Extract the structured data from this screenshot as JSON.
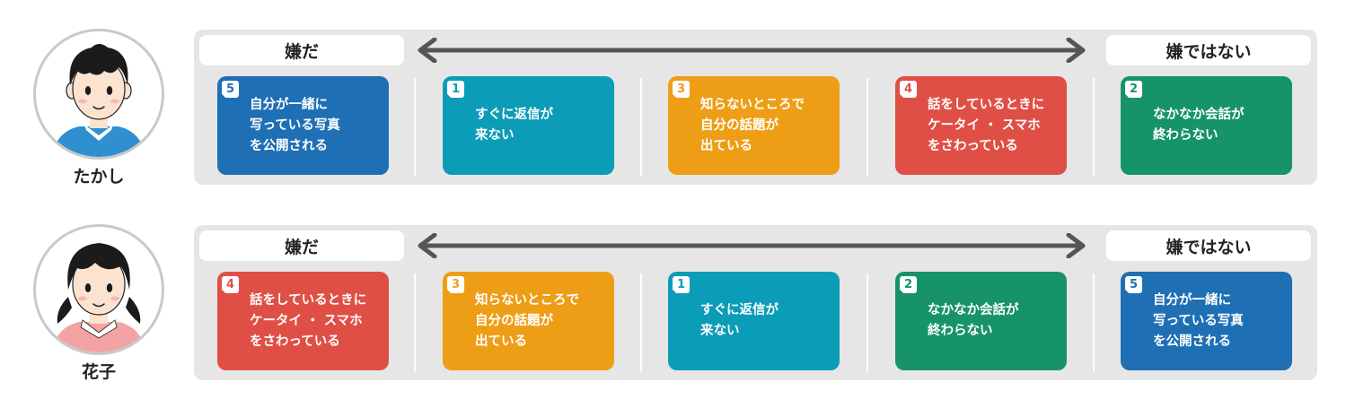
{
  "labels": {
    "left": "嫌だ",
    "right": "嫌ではない"
  },
  "colors": {
    "blue": "#1f6fb5",
    "teal": "#0b9cb8",
    "orange": "#ee9e16",
    "red": "#e04f45",
    "green": "#17936b",
    "panel": "#e6e6e6",
    "arrow": "#555555"
  },
  "rows": [
    {
      "name": "たかし",
      "cards": [
        {
          "num": "5",
          "lines": [
            "自分が一緒に",
            "写っている写真",
            "を公開される"
          ],
          "color": "#1f6fb5"
        },
        {
          "num": "1",
          "lines": [
            "すぐに返信が",
            "来ない"
          ],
          "color": "#0b9cb8"
        },
        {
          "num": "3",
          "lines": [
            "知らないところで",
            "自分の話題が",
            "出ている"
          ],
          "color": "#ee9e16"
        },
        {
          "num": "4",
          "lines": [
            "話をしているときに",
            "ケータイ ・ スマホ",
            "をさわっている"
          ],
          "color": "#e04f45"
        },
        {
          "num": "2",
          "lines": [
            "なかなか会話が",
            "終わらない"
          ],
          "color": "#17936b"
        }
      ]
    },
    {
      "name": "花子",
      "cards": [
        {
          "num": "4",
          "lines": [
            "話をしているときに",
            "ケータイ ・ スマホ",
            "をさわっている"
          ],
          "color": "#e04f45"
        },
        {
          "num": "3",
          "lines": [
            "知らないところで",
            "自分の話題が",
            "出ている"
          ],
          "color": "#ee9e16"
        },
        {
          "num": "1",
          "lines": [
            "すぐに返信が",
            "来ない"
          ],
          "color": "#0b9cb8"
        },
        {
          "num": "2",
          "lines": [
            "なかなか会話が",
            "終わらない"
          ],
          "color": "#17936b"
        },
        {
          "num": "5",
          "lines": [
            "自分が一緒に",
            "写っている写真",
            "を公開される"
          ],
          "color": "#1f6fb5"
        }
      ]
    }
  ]
}
